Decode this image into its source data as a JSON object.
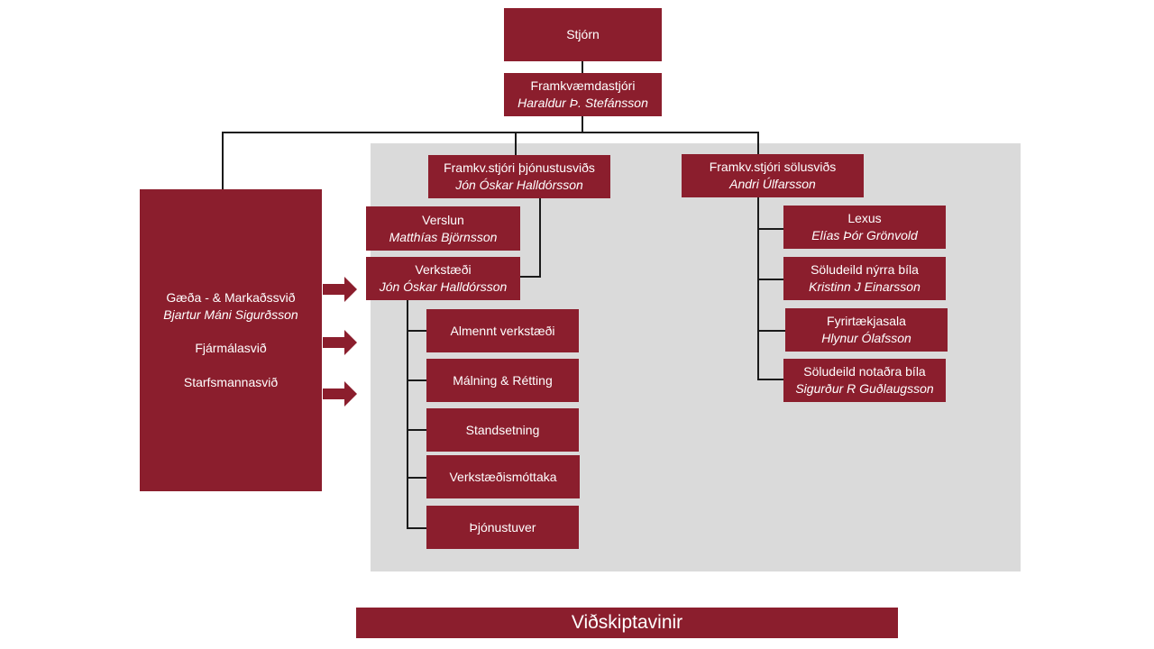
{
  "board": {
    "title": "Stjórn"
  },
  "ceo": {
    "title": "Framkvæmdastjóri",
    "name": "Haraldur Þ. Stefánsson"
  },
  "service_head": {
    "title": "Framkv.stjóri þjónustusviðs",
    "name": "Jón Óskar Halldórsson"
  },
  "sales_head": {
    "title": "Framkv.stjóri sölusviðs",
    "name": "Andri Úlfarsson"
  },
  "shop": {
    "title": "Verslun",
    "name": "Matthías Björnsson"
  },
  "workshop": {
    "title": "Verkstæði",
    "name": "Jón Óskar Halldórsson"
  },
  "workshop_units": [
    {
      "title": "Almennt verkstæði"
    },
    {
      "title": "Málning & Rétting"
    },
    {
      "title": "Standsetning"
    },
    {
      "title": "Verkstæðismóttaka"
    },
    {
      "title": "Þjónustuver"
    }
  ],
  "sales_units": [
    {
      "title": "Lexus",
      "name": "Elías Þór Grönvold"
    },
    {
      "title": "Söludeild nýrra bíla",
      "name": "Kristinn J Einarsson"
    },
    {
      "title": "Fyrirtækjasala",
      "name": "Hlynur Ólafsson"
    },
    {
      "title": "Söludeild notaðra bíla",
      "name": "Sigurður R Guðlaugsson"
    }
  ],
  "support": {
    "quality_title": "Gæða - & Markaðssvið",
    "quality_name": "Bjartur Máni Sigurðsson",
    "finance": "Fjármálasvið",
    "hr": "Starfsmannasvið"
  },
  "customers": {
    "label": "Viðskiptavinir"
  },
  "colors": {
    "box": "#8b1e2d",
    "panel": "#dadada",
    "line": "#1a1a1a"
  },
  "icons": {
    "arrow": "right-arrow-icon"
  }
}
